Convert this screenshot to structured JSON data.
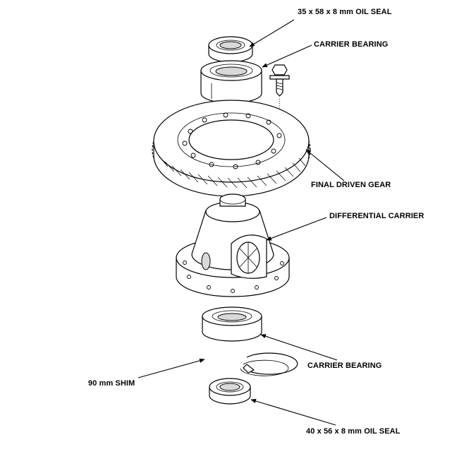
{
  "labels": {
    "oil_seal_top": "35 x 58 x 8 mm OIL SEAL",
    "carrier_bearing_top": "CARRIER BEARING",
    "final_driven_gear": "FINAL DRIVEN GEAR",
    "differential_carrier": "DIFFERENTIAL CARRIER",
    "carrier_bearing_bottom": "CARRIER BEARING",
    "shim": "90 mm SHIM",
    "oil_seal_bottom": "40 x 56 x 8 mm OIL SEAL"
  }
}
